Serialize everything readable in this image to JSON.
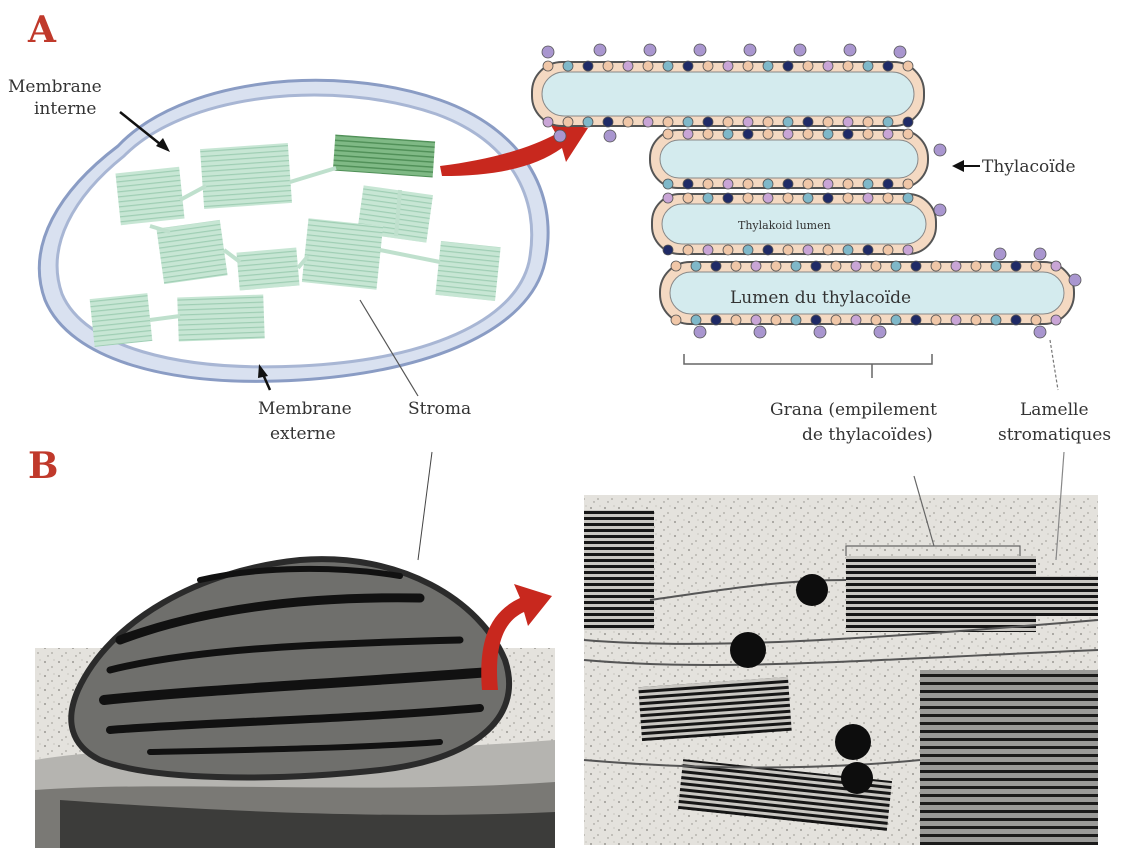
{
  "figure": {
    "panels": {
      "a": "A",
      "b": "B"
    },
    "labels": {
      "membrane_interne_1": "Membrane",
      "membrane_interne_2": "interne",
      "membrane_externe_1": "Membrane",
      "membrane_externe_2": "externe",
      "stroma": "Stroma",
      "thylacoide": "Thylacoïde",
      "thylakoid_lumen": "Thylakoid lumen",
      "lumen_du_thylacoide": "Lumen du thylacoïde",
      "grana_1": "Grana (empilement",
      "grana_2": "de thylacoïdes)",
      "lamelle_1": "Lamelle",
      "lamelle_2": "stromatiques"
    },
    "colors": {
      "panel_letter": "#c0392b",
      "arrow_red": "#c8281e",
      "membrane": "#9fb0cf",
      "grana_green": "#b9ddc9",
      "grana_dark_green": "#6aa86f",
      "em_background": "#d9d6cf",
      "em_dark": "#1e1e1e"
    }
  }
}
